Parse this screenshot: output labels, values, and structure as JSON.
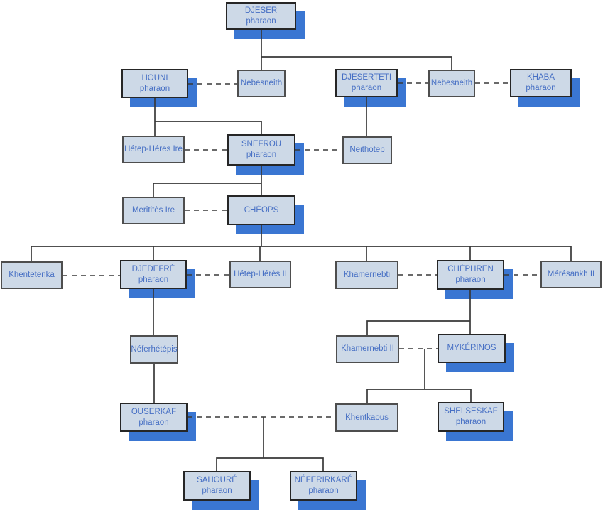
{
  "diagram": {
    "kind": "family-tree",
    "language": "fr",
    "subtitle_word": "pharaon"
  },
  "colors": {
    "box_fill": "#cdd9e7",
    "person_border": "#4e4e4e",
    "pharaoh_border": "#262626",
    "shadow": "#3a76d2",
    "text": "#466fc4",
    "line": "#383838",
    "background": "#ffffff"
  },
  "nodes": [
    {
      "id": "djeser",
      "title": "DJESER",
      "subtitle": "pharaon",
      "pharaoh": true
    },
    {
      "id": "houni",
      "title": "HOUNI",
      "subtitle": "pharaon",
      "pharaoh": true
    },
    {
      "id": "nebesneith1",
      "title": "Nebesneith",
      "pharaoh": false
    },
    {
      "id": "djeserteti",
      "title": "DJESERTETI",
      "subtitle": "pharaon",
      "pharaoh": true
    },
    {
      "id": "nebesneith2",
      "title": "Nebesneith",
      "pharaoh": false
    },
    {
      "id": "khaba",
      "title": "KHABA",
      "subtitle": "pharaon",
      "pharaoh": true
    },
    {
      "id": "hetep_heres_1",
      "title": "Hétep-Héres Ire",
      "pharaoh": false
    },
    {
      "id": "snefrou",
      "title": "SNEFROU",
      "subtitle": "pharaon",
      "pharaoh": true
    },
    {
      "id": "neithotep",
      "title": "Neithotep",
      "pharaoh": false
    },
    {
      "id": "meritites_1",
      "title": "Merititès Ire",
      "pharaoh": false
    },
    {
      "id": "cheops",
      "title": "CHÉOPS",
      "pharaoh": true
    },
    {
      "id": "khentetenka",
      "title": "Khentetenka",
      "pharaoh": false
    },
    {
      "id": "djedefre",
      "title": "DJEDEFRÉ",
      "subtitle": "pharaon",
      "pharaoh": true
    },
    {
      "id": "hetep_heres_2",
      "title": "Hétep-Hérès II",
      "pharaoh": false
    },
    {
      "id": "khamernebti",
      "title": "Khamernebti",
      "pharaoh": false
    },
    {
      "id": "chephren",
      "title": "CHÉPHREN",
      "subtitle": "pharaon",
      "pharaoh": true
    },
    {
      "id": "meresankh_2",
      "title": "Mérésankh II",
      "pharaoh": false
    },
    {
      "id": "neferhetepis",
      "title": "Néferhétépis",
      "pharaoh": false
    },
    {
      "id": "khamernebti_2",
      "title": "Khamernebti II",
      "pharaoh": false
    },
    {
      "id": "mykerinos",
      "title": "MYKÉRINOS",
      "pharaoh": true
    },
    {
      "id": "ouserkaf",
      "title": "OUSERKAF",
      "subtitle": "pharaon",
      "pharaoh": true
    },
    {
      "id": "khentkaous",
      "title": "Khentkaous",
      "pharaoh": false
    },
    {
      "id": "shelseskaf",
      "title": "SHELSESKAF",
      "subtitle": "pharaon",
      "pharaoh": true
    },
    {
      "id": "sahoure",
      "title": "SAHOURÉ",
      "subtitle": "pharaon",
      "pharaoh": true
    },
    {
      "id": "neferirkare",
      "title": "NÉFERIRKARÉ",
      "subtitle": "pharaon",
      "pharaoh": true
    }
  ],
  "marriages": [
    [
      "HOUNI",
      "Nebesneith"
    ],
    [
      "DJESERTETI",
      "Nebesneith"
    ],
    [
      "Nebesneith",
      "KHABA"
    ],
    [
      "Hétep-Héres Ire",
      "SNEFROU"
    ],
    [
      "SNEFROU",
      "Neithotep"
    ],
    [
      "Merititès Ire",
      "CHÉOPS"
    ],
    [
      "Khentetenka",
      "DJEDEFRÉ"
    ],
    [
      "DJEDEFRÉ",
      "Hétep-Hérès II"
    ],
    [
      "Khamernebti",
      "CHÉPHREN"
    ],
    [
      "CHÉPHREN",
      "Mérésankh II"
    ],
    [
      "Khamernebti II",
      "MYKÉRINOS"
    ],
    [
      "OUSERKAF",
      "Khentkaous"
    ]
  ],
  "descents": [
    {
      "from": "DJESER",
      "to": [
        "Nebesneith",
        "Nebesneith"
      ]
    },
    {
      "from": "HOUNI",
      "to": [
        "Hétep-Héres Ire",
        "SNEFROU"
      ]
    },
    {
      "from": "DJESERTETI",
      "to": [
        "Neithotep"
      ]
    },
    {
      "from": "SNEFROU",
      "to": [
        "Merititès Ire",
        "CHÉOPS"
      ]
    },
    {
      "from": "CHÉOPS",
      "to": [
        "Khentetenka",
        "DJEDEFRÉ",
        "Hétep-Hérès II",
        "Khamernebti",
        "CHÉPHREN",
        "Mérésankh II"
      ]
    },
    {
      "from": "DJEDEFRÉ",
      "to": [
        "Néferhétépis"
      ]
    },
    {
      "from": "Néferhétépis",
      "to": [
        "OUSERKAF"
      ]
    },
    {
      "from": "CHÉPHREN",
      "to": [
        "Khamernebti II",
        "MYKÉRINOS"
      ]
    },
    {
      "from": "Khamernebti II + MYKÉRINOS",
      "to": [
        "Khentkaous",
        "SHELSESKAF"
      ]
    },
    {
      "from": "OUSERKAF + Khentkaous",
      "to": [
        "SAHOURÉ",
        "NÉFERIRKARÉ"
      ]
    }
  ]
}
